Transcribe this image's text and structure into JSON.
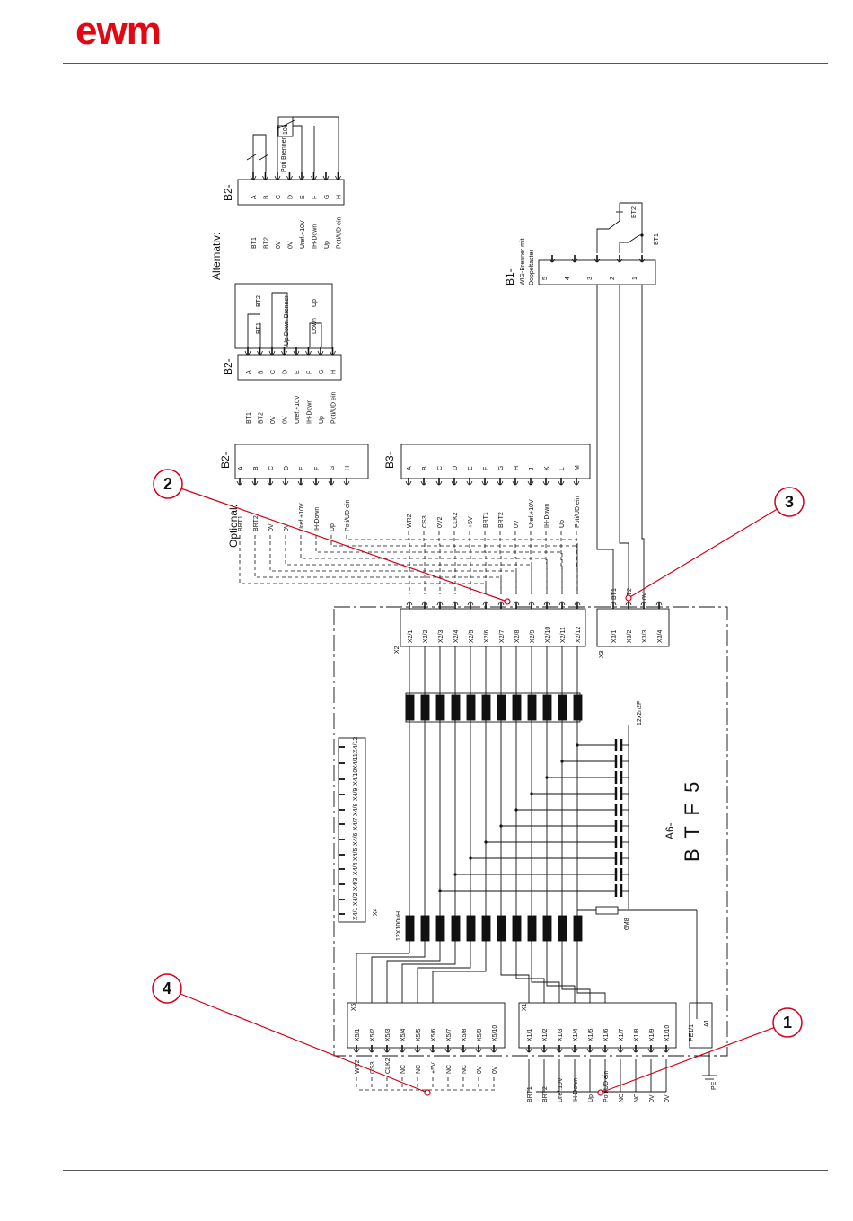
{
  "header": {
    "logo_text": "ewm"
  },
  "colors": {
    "logo": "#e30613",
    "callout": "#d4001a",
    "wire": "#111111"
  },
  "labels": {
    "alternativ": "Alternativ:",
    "optional": "Optional:",
    "b2": "B2-",
    "b3": "B3-",
    "b1": "B1-",
    "b1_desc1": "WIG-Brenner mit",
    "b1_desc2": "Doppeltaster",
    "bt1": "BT1",
    "bt2": "BT2",
    "a6": "A6-",
    "a6_name": "B T F 5",
    "poti_brenner": "Poti Brenner",
    "updown_brenner": "Up Down Brenner",
    "pot_value": "10k",
    "cap_label": "12x2n2F",
    "ind_label": "12X100uH",
    "res_label": "6M8",
    "x1": "X1",
    "x2": "X2",
    "x3": "X3",
    "x4": "X4",
    "x5": "X5",
    "pe": "PE",
    "pe11": "PE1/1",
    "a1": "A1",
    "sw_bt1": "BT1",
    "sw_bt2": "BT2",
    "sw_up": "Up",
    "sw_down": "Down"
  },
  "callouts": [
    "1",
    "2",
    "3",
    "4"
  ],
  "b2_opt": {
    "letters": [
      "A",
      "B",
      "C",
      "D",
      "E",
      "F",
      "G",
      "H"
    ],
    "signals": [
      "BRT1",
      "BRT2",
      "0V",
      "0V",
      "Uref.+10V",
      "IH-Down",
      "Up",
      "Poti/UD ein"
    ]
  },
  "b3_opt": {
    "letters": [
      "A",
      "B",
      "C",
      "D",
      "E",
      "F",
      "G",
      "H",
      "J",
      "K",
      "L",
      "M"
    ],
    "signals": [
      "WR2",
      "CS3",
      "0V2",
      "CLK2",
      "+5V",
      "BRT1",
      "BRT2",
      "0V",
      "Uref.+10V",
      "IH-Down",
      "Up",
      "Poti/UD ein"
    ]
  },
  "b2_alt_up": {
    "letters": [
      "A",
      "B",
      "C",
      "D",
      "E",
      "F",
      "G",
      "H"
    ],
    "signals": [
      "BT1",
      "BT2",
      "0V",
      "0V",
      "Uref.+10V",
      "IH-Down",
      "Up",
      "Poti/UD ein"
    ]
  },
  "b2_alt_poti": {
    "letters": [
      "A",
      "B",
      "C",
      "D",
      "E",
      "F",
      "G",
      "H"
    ],
    "signals": [
      "BT1",
      "BT2",
      "0V",
      "0V",
      "Uref.+10V",
      "IH-Down",
      "Up",
      "Poti/UD ein"
    ]
  },
  "b1_pins": [
    "5",
    "4",
    "3",
    "2",
    "1"
  ],
  "x2_pins": [
    "X2/1",
    "X2/2",
    "X2/3",
    "X2/4",
    "X2/5",
    "X2/6",
    "X2/7",
    "X2/8",
    "X2/9",
    "X2/10",
    "X2/11",
    "X2/12"
  ],
  "x3_pins": [
    "X3/1",
    "X3/2",
    "X3/3",
    "X3/4"
  ],
  "x3_signals": [
    "BT1",
    "BT2",
    "0V"
  ],
  "x4_pins": [
    "X4/12",
    "X4/11",
    "X4/10",
    "X4/9",
    "X4/8",
    "X4/7",
    "X4/6",
    "X4/5",
    "X4/4",
    "X4/3",
    "X4/2",
    "X4/1"
  ],
  "x5_pins": [
    "X5/1",
    "X5/2",
    "X5/3",
    "X5/4",
    "X5/5",
    "X5/6",
    "X5/7",
    "X5/8",
    "X5/9",
    "X5/10"
  ],
  "x5_signals": [
    "WR2",
    "CS3",
    "CLK2",
    "NC",
    "NC",
    "+5V",
    "NC",
    "NC",
    "0V",
    "0V"
  ],
  "x1_pins": [
    "X1/1",
    "X1/2",
    "X1/3",
    "X1/4",
    "X1/5",
    "X1/6",
    "X1/7",
    "X1/8",
    "X1/9",
    "X1/10"
  ],
  "x1_signals": [
    "BRT1",
    "BRT2",
    "Uref.10V",
    "IH-Down",
    "Up",
    "Poti/UD ein",
    "NC",
    "NC",
    "0V",
    "0V"
  ]
}
